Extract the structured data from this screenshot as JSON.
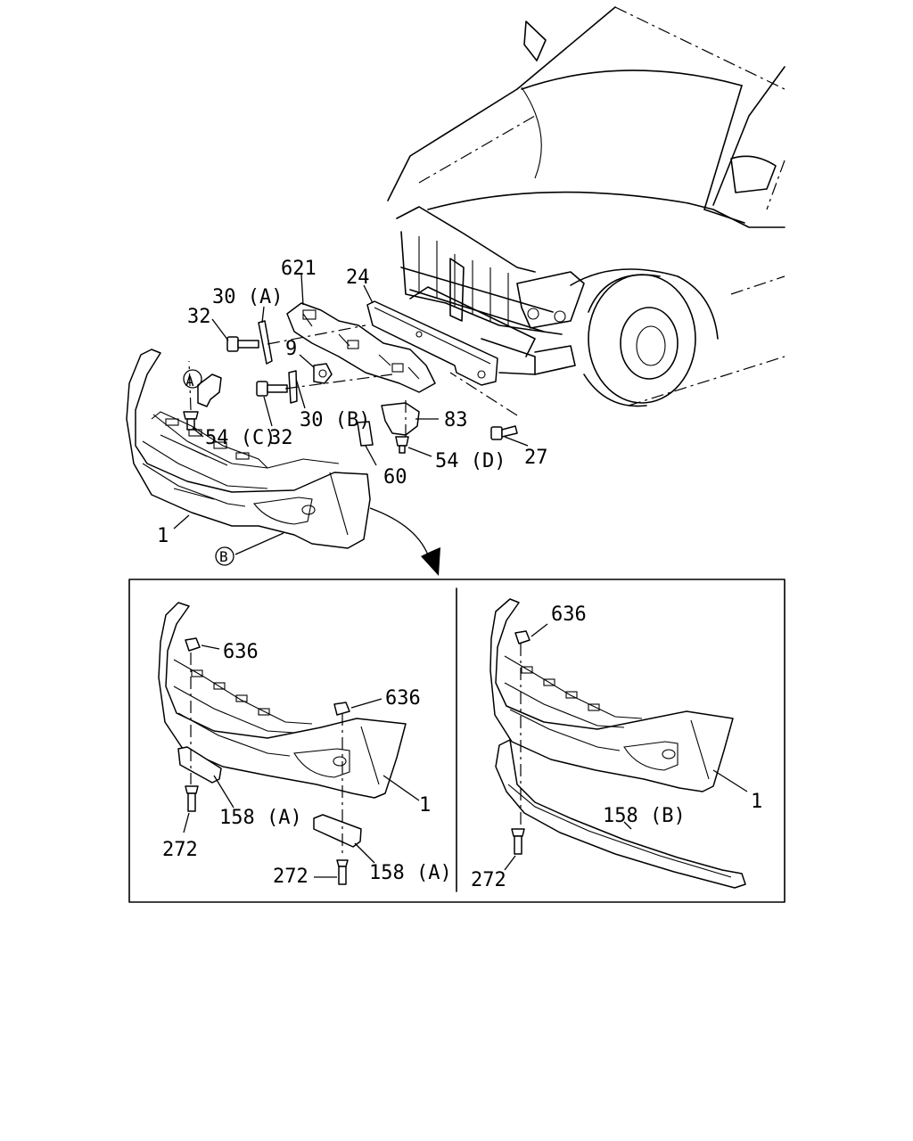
{
  "callouts": {
    "c621": "621",
    "c24": "24",
    "c30a": "30 (A)",
    "c32a": "32",
    "c9": "9",
    "cA": "A",
    "c30b": "30 (B)",
    "c83": "83",
    "c54c": "54 (C)",
    "c32b": "32",
    "c54d": "54 (D)",
    "c27": "27",
    "c60": "60",
    "c1": "1",
    "cB": "B"
  },
  "inset_left": {
    "c636a": "636",
    "c636b": "636",
    "c1": "1",
    "c158a1": "158 (A)",
    "c272a": "272",
    "c272b": "272",
    "c158a2": "158 (A)"
  },
  "inset_right": {
    "c636": "636",
    "c1": "1",
    "c158b": "158 (B)",
    "c272": "272"
  }
}
